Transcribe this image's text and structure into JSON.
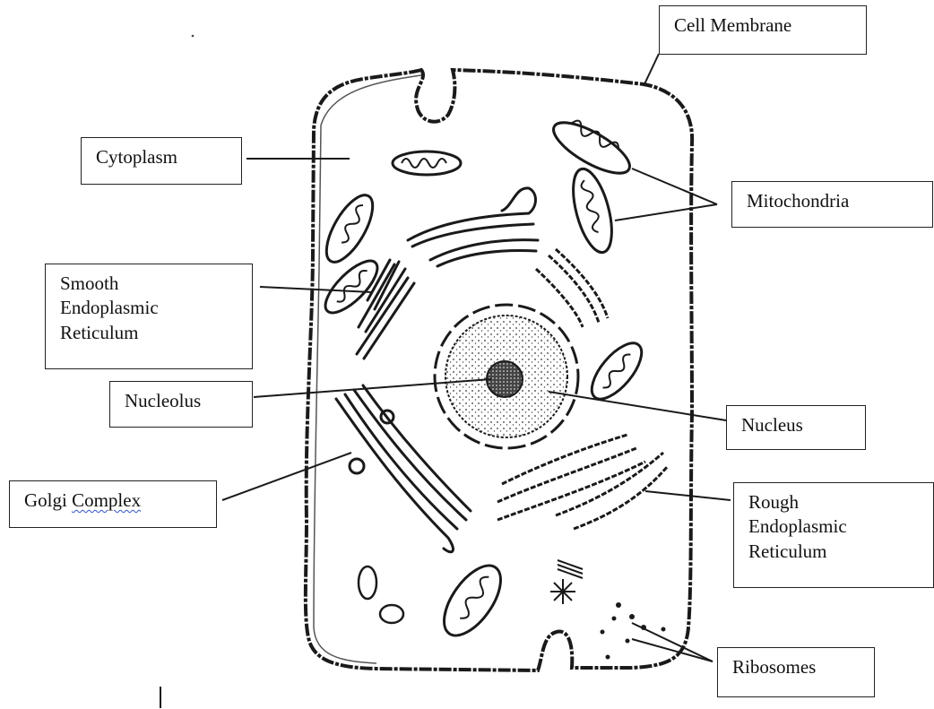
{
  "labels": {
    "cell_membrane": "Cell Membrane",
    "cytoplasm": "Cytoplasm",
    "mitochondria": "Mitochondria",
    "smooth_er": [
      "Smooth",
      "Endoplasmic",
      "Reticulum"
    ],
    "nucleolus": "Nucleolus",
    "nucleus": "Nucleus",
    "golgi_complex": "Golgi Complex",
    "rough_er": [
      "Rough",
      "Endoplasmic",
      "Reticulum"
    ],
    "ribosomes": "Ribosomes"
  },
  "colors": {
    "line": "#1a1a1a",
    "background": "#ffffff",
    "spellcheck_underline": "#2f52c8"
  }
}
